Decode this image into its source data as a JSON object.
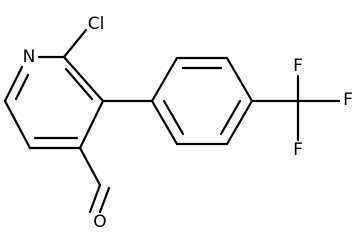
{
  "molecule": {
    "atoms": {
      "n1": "N",
      "cl": "Cl",
      "o": "O",
      "f1": "F",
      "f2": "F",
      "f3": "F"
    }
  },
  "colors": {
    "bond": "#000000",
    "label": "#000000",
    "background": "#ffffff"
  }
}
